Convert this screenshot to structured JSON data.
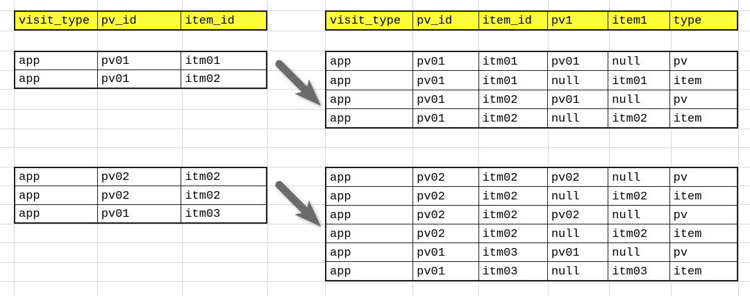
{
  "colors": {
    "header_bg": "#fdfd3d",
    "table_border": "#1c1c1c",
    "grid_line": "#d9d9d9",
    "text": "#000000",
    "arrow": "#6b6b6b",
    "background": "#ffffff"
  },
  "tables": {
    "source_top": {
      "headers": [
        "visit_type",
        "pv_id",
        "item_id"
      ],
      "rows": [
        [
          "app",
          "pv01",
          "itm01"
        ],
        [
          "app",
          "pv01",
          "itm02"
        ]
      ]
    },
    "result_top": {
      "headers": [
        "visit_type",
        "pv_id",
        "item_id",
        "pv1",
        "item1",
        "type"
      ],
      "rows": [
        [
          "app",
          "pv01",
          "itm01",
          "pv01",
          "null",
          "pv"
        ],
        [
          "app",
          "pv01",
          "itm01",
          "null",
          "itm01",
          "item"
        ],
        [
          "app",
          "pv01",
          "itm02",
          "pv01",
          "null",
          "pv"
        ],
        [
          "app",
          "pv01",
          "itm02",
          "null",
          "itm02",
          "item"
        ]
      ]
    },
    "source_bottom": {
      "rows": [
        [
          "app",
          "pv02",
          "itm02"
        ],
        [
          "app",
          "pv02",
          "itm02"
        ],
        [
          "app",
          "pv01",
          "itm03"
        ]
      ]
    },
    "result_bottom": {
      "rows": [
        [
          "app",
          "pv02",
          "itm02",
          "pv02",
          "null",
          "pv"
        ],
        [
          "app",
          "pv02",
          "itm02",
          "null",
          "itm02",
          "item"
        ],
        [
          "app",
          "pv02",
          "itm02",
          "pv02",
          "null",
          "pv"
        ],
        [
          "app",
          "pv02",
          "itm02",
          "null",
          "itm02",
          "item"
        ],
        [
          "app",
          "pv01",
          "itm03",
          "pv01",
          "null",
          "pv"
        ],
        [
          "app",
          "pv01",
          "itm03",
          "null",
          "itm03",
          "item"
        ]
      ]
    }
  },
  "arrows": [
    {
      "name": "transform-arrow-top"
    },
    {
      "name": "transform-arrow-bottom"
    }
  ]
}
